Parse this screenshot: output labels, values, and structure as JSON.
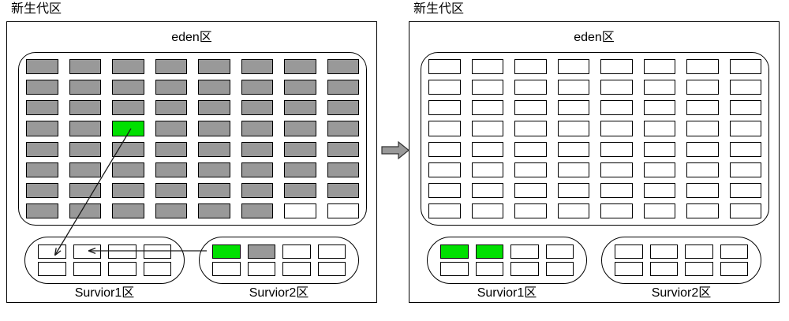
{
  "diagram": {
    "title_young_gen": "新生代区",
    "eden_label": "eden区",
    "survivor1_label": "Survior1区",
    "survivor2_label": "Survior2区",
    "colors": {
      "gray": "#999999",
      "green": "#00e000",
      "white": "#ffffff",
      "stroke": "#000000",
      "transition_arrow": "#999999"
    },
    "grid_shape": {
      "eden_rows": 8,
      "eden_cols": 8,
      "survivor_rows": 2,
      "survivor_cols": 4
    }
  },
  "panels": [
    {
      "id": "before",
      "position": "left",
      "title": "新生代区",
      "eden": {
        "label": "eden区",
        "rows": [
          [
            "gray",
            "gray",
            "gray",
            "gray",
            "gray",
            "gray",
            "gray",
            "gray"
          ],
          [
            "gray",
            "gray",
            "gray",
            "gray",
            "gray",
            "gray",
            "gray",
            "gray"
          ],
          [
            "gray",
            "gray",
            "gray",
            "gray",
            "gray",
            "gray",
            "gray",
            "gray"
          ],
          [
            "gray",
            "gray",
            "green",
            "gray",
            "gray",
            "gray",
            "gray",
            "gray"
          ],
          [
            "gray",
            "gray",
            "gray",
            "gray",
            "gray",
            "gray",
            "gray",
            "gray"
          ],
          [
            "gray",
            "gray",
            "gray",
            "gray",
            "gray",
            "gray",
            "gray",
            "gray"
          ],
          [
            "gray",
            "gray",
            "gray",
            "gray",
            "gray",
            "gray",
            "gray",
            "gray"
          ],
          [
            "gray",
            "gray",
            "gray",
            "gray",
            "gray",
            "gray",
            "white",
            "white"
          ]
        ]
      },
      "survivor1": {
        "label": "Survior1区",
        "rows": [
          [
            "white",
            "white",
            "white",
            "white"
          ],
          [
            "white",
            "white",
            "white",
            "white"
          ]
        ]
      },
      "survivor2": {
        "label": "Survior2区",
        "rows": [
          [
            "green",
            "gray",
            "white",
            "white"
          ],
          [
            "white",
            "white",
            "white",
            "white"
          ]
        ]
      }
    },
    {
      "id": "after",
      "position": "right",
      "title": "新生代区",
      "eden": {
        "label": "eden区",
        "rows": [
          [
            "white",
            "white",
            "white",
            "white",
            "white",
            "white",
            "white",
            "white"
          ],
          [
            "white",
            "white",
            "white",
            "white",
            "white",
            "white",
            "white",
            "white"
          ],
          [
            "white",
            "white",
            "white",
            "white",
            "white",
            "white",
            "white",
            "white"
          ],
          [
            "white",
            "white",
            "white",
            "white",
            "white",
            "white",
            "white",
            "white"
          ],
          [
            "white",
            "white",
            "white",
            "white",
            "white",
            "white",
            "white",
            "white"
          ],
          [
            "white",
            "white",
            "white",
            "white",
            "white",
            "white",
            "white",
            "white"
          ],
          [
            "white",
            "white",
            "white",
            "white",
            "white",
            "white",
            "white",
            "white"
          ],
          [
            "white",
            "white",
            "white",
            "white",
            "white",
            "white",
            "white",
            "white"
          ]
        ]
      },
      "survivor1": {
        "label": "Survior1区",
        "rows": [
          [
            "green",
            "green",
            "white",
            "white"
          ],
          [
            "white",
            "white",
            "white",
            "white"
          ]
        ]
      },
      "survivor2": {
        "label": "Survior2区",
        "rows": [
          [
            "white",
            "white",
            "white",
            "white"
          ],
          [
            "white",
            "white",
            "white",
            "white"
          ]
        ]
      }
    }
  ],
  "annotations": {
    "copy_from_eden_arrow": "eden green object copied into Survivor1",
    "copy_from_survivor2_arrow": "Survivor2 green object copied into Survivor1",
    "transition_arrow": "after minor GC"
  }
}
